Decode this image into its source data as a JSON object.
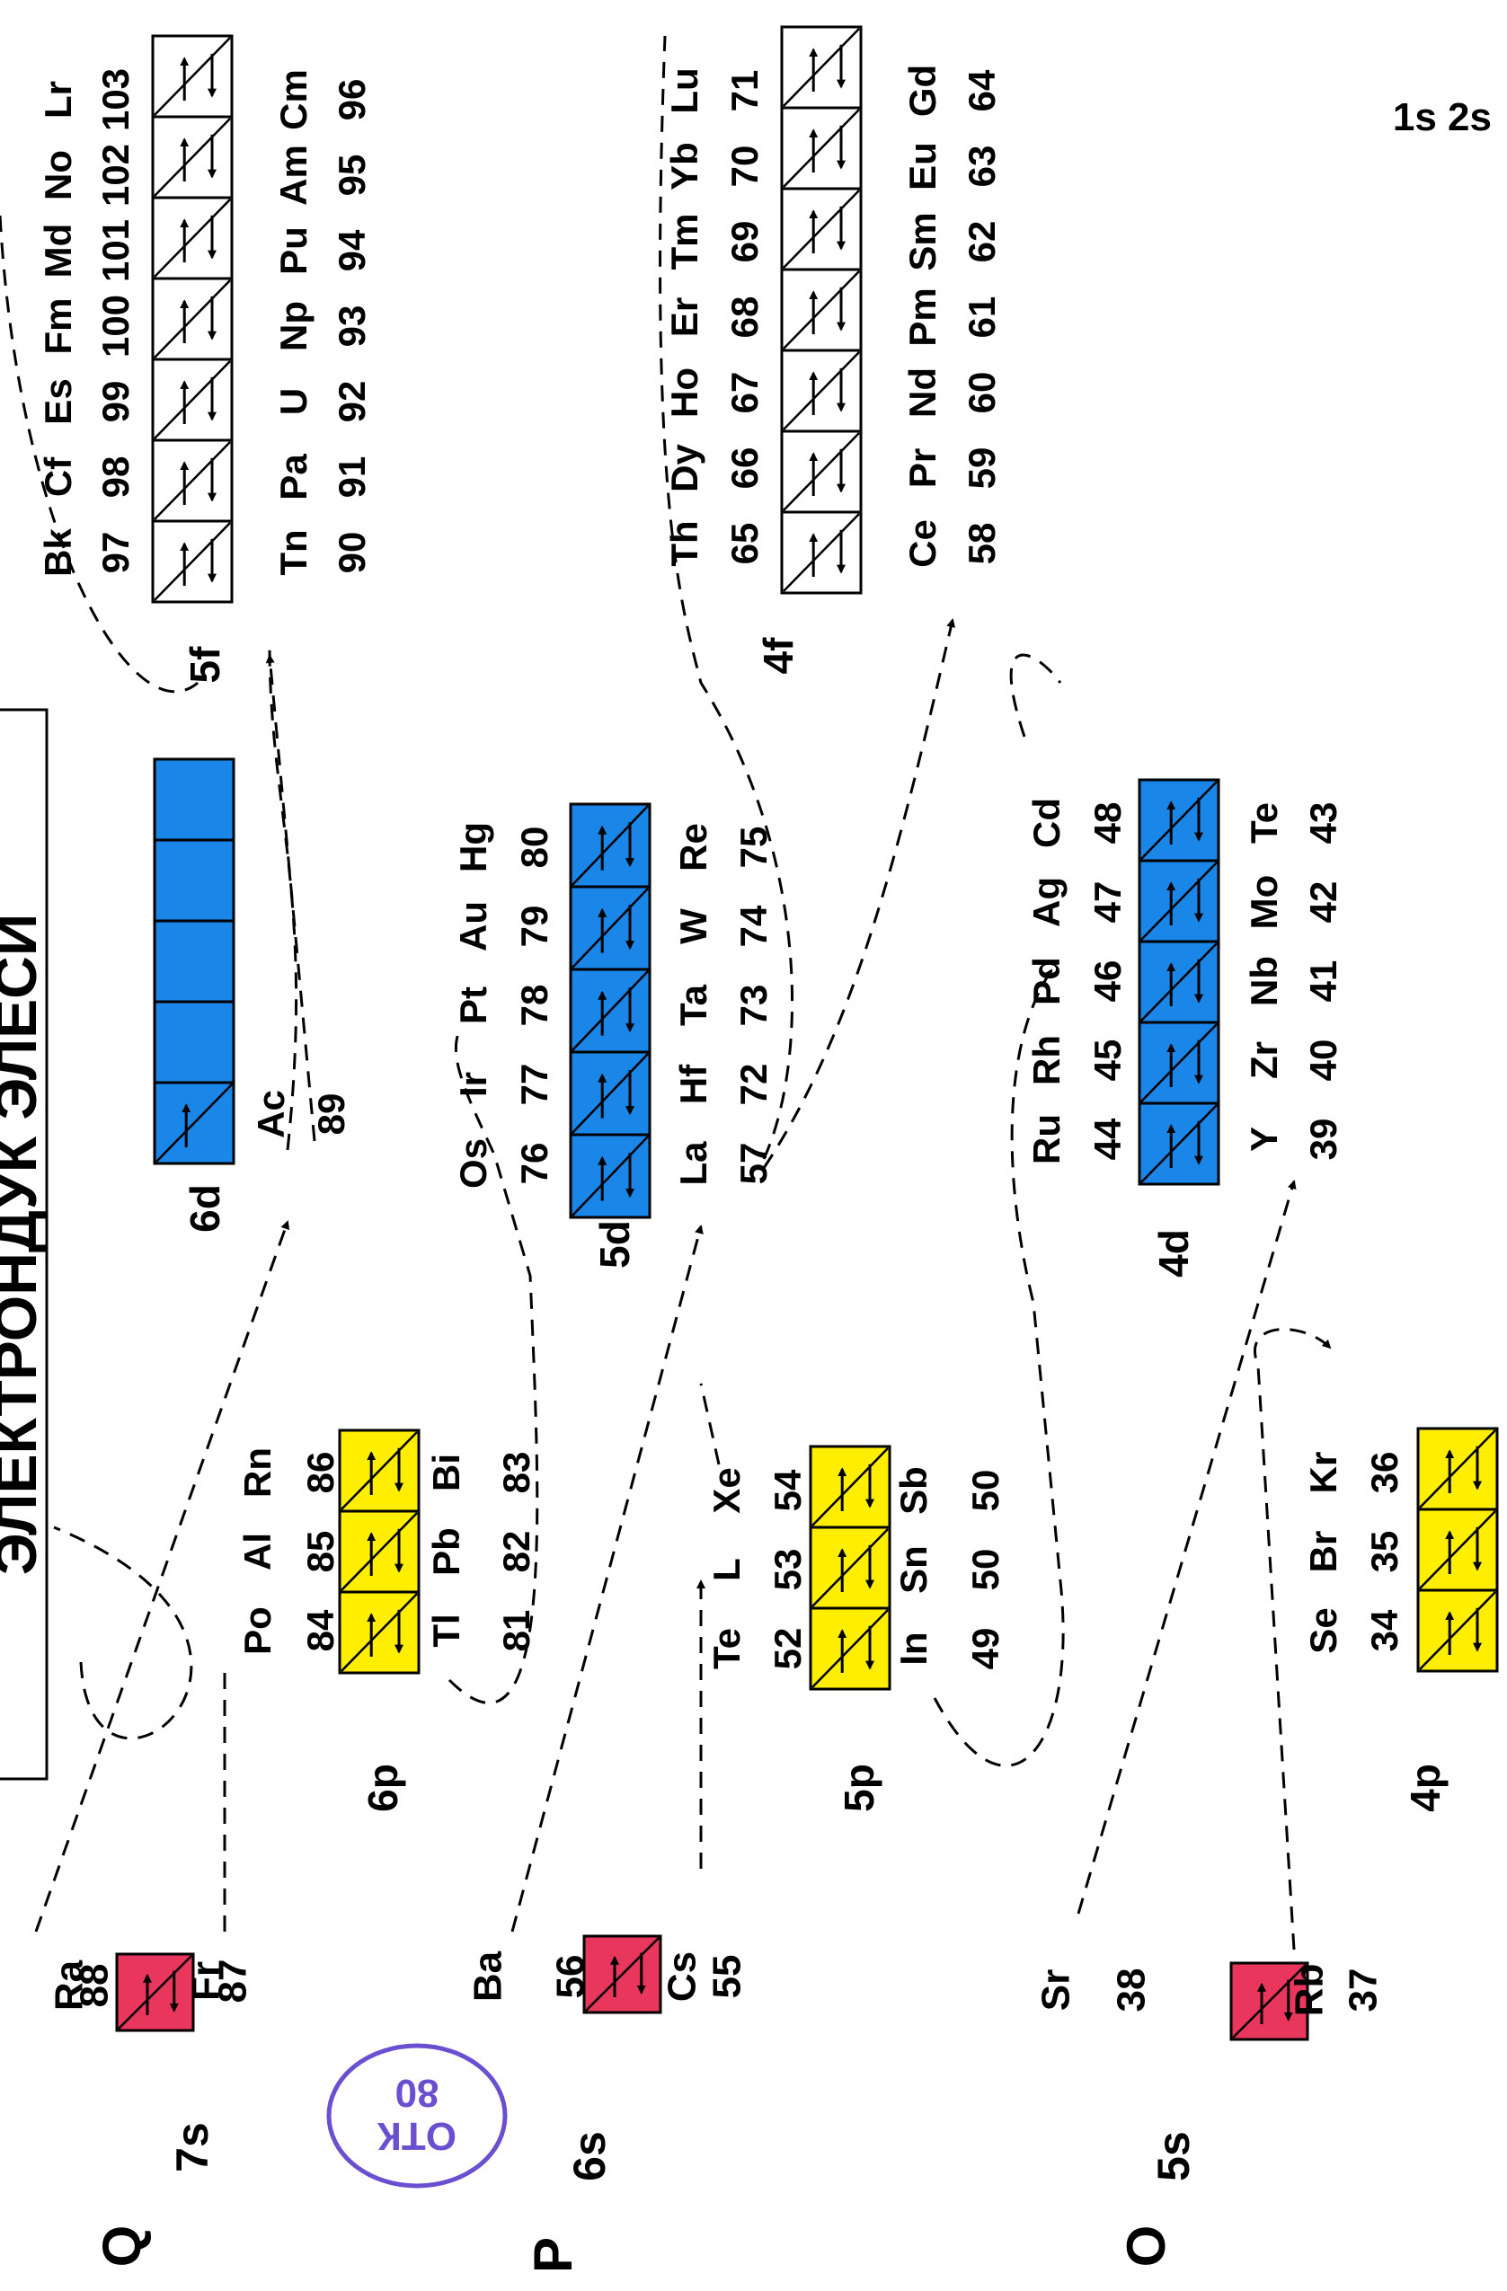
{
  "colors": {
    "s_fill": "#e8365d",
    "p_fill": "#ffee00",
    "d_fill": "#1a86e8",
    "f_fill": "#ffffff",
    "line": "#000000",
    "stamp": "#6a4fd0"
  },
  "page": {
    "title": "ЭЛЕКТРОНДУК ЭЛЕСИ",
    "corner_label": "1s 2s",
    "stamp_line1": "ОТК",
    "stamp_line2": "80"
  },
  "shells": [
    {
      "letter": "Q",
      "s_label": "7s",
      "d_label": "6d",
      "f_label": "5f",
      "p_label": "6p"
    },
    {
      "letter": "P",
      "s_label": "6s",
      "d_label": "5d",
      "f_label": "4f",
      "p_label": "5p"
    },
    {
      "letter": "O",
      "s_label": "5s",
      "d_label": "4d",
      "p_label": "4p"
    }
  ],
  "s_block": [
    {
      "upper": {
        "sym": "Ra",
        "num": "88"
      },
      "lower": {
        "sym": "Fr",
        "num": "87"
      }
    },
    {
      "upper": {
        "sym": "Ba",
        "num": "56"
      },
      "lower": {
        "sym": "Cs",
        "num": "55"
      }
    },
    {
      "upper": {
        "sym": "Sr",
        "num": "38"
      },
      "lower": {
        "sym": "Rb",
        "num": "37"
      }
    }
  ],
  "p_block": [
    {
      "upper": [
        {
          "sym": "Po",
          "num": "84"
        },
        {
          "sym": "Al",
          "num": "85"
        },
        {
          "sym": "Rn",
          "num": "86"
        }
      ],
      "lower": [
        {
          "sym": "Tl",
          "num": "81"
        },
        {
          "sym": "Pb",
          "num": "82"
        },
        {
          "sym": "Bi",
          "num": "83"
        }
      ]
    },
    {
      "upper": [
        {
          "sym": "Te",
          "num": "52"
        },
        {
          "sym": "L",
          "num": "53"
        },
        {
          "sym": "Xe",
          "num": "54"
        }
      ],
      "lower": [
        {
          "sym": "In",
          "num": "49"
        },
        {
          "sym": "Sn",
          "num": "50"
        },
        {
          "sym": "Sb",
          "num": "50"
        }
      ]
    },
    {
      "upper": [
        {
          "sym": "Se",
          "num": "34"
        },
        {
          "sym": "Br",
          "num": "35"
        },
        {
          "sym": "Kr",
          "num": "36"
        }
      ],
      "lower": []
    }
  ],
  "d_block": [
    {
      "upper": [
        {
          "sym": "Ac",
          "num": "89"
        }
      ],
      "lower": []
    },
    {
      "upper": [
        {
          "sym": "Os",
          "num": "76"
        },
        {
          "sym": "Ir",
          "num": "77"
        },
        {
          "sym": "Pt",
          "num": "78"
        },
        {
          "sym": "Au",
          "num": "79"
        },
        {
          "sym": "Hg",
          "num": "80"
        }
      ],
      "lower": [
        {
          "sym": "La",
          "num": "57"
        },
        {
          "sym": "Hf",
          "num": "72"
        },
        {
          "sym": "Ta",
          "num": "73"
        },
        {
          "sym": "W",
          "num": "74"
        },
        {
          "sym": "Re",
          "num": "75"
        }
      ]
    },
    {
      "upper": [
        {
          "sym": "Ru",
          "num": "44"
        },
        {
          "sym": "Rh",
          "num": "45"
        },
        {
          "sym": "Pd",
          "num": "46"
        },
        {
          "sym": "Ag",
          "num": "47"
        },
        {
          "sym": "Cd",
          "num": "48"
        }
      ],
      "lower": [
        {
          "sym": "Y",
          "num": "39"
        },
        {
          "sym": "Zr",
          "num": "40"
        },
        {
          "sym": "Nb",
          "num": "41"
        },
        {
          "sym": "Mo",
          "num": "42"
        },
        {
          "sym": "Te",
          "num": "43"
        }
      ]
    }
  ],
  "f_block": [
    {
      "upper": [
        {
          "sym": "Bk",
          "num": "97"
        },
        {
          "sym": "Cf",
          "num": "98"
        },
        {
          "sym": "Es",
          "num": "99"
        },
        {
          "sym": "Fm",
          "num": "100"
        },
        {
          "sym": "Md",
          "num": "101"
        },
        {
          "sym": "No",
          "num": "102"
        },
        {
          "sym": "Lr",
          "num": "103"
        }
      ],
      "lower": [
        {
          "sym": "Tn",
          "num": "90"
        },
        {
          "sym": "Pa",
          "num": "91"
        },
        {
          "sym": "U",
          "num": "92"
        },
        {
          "sym": "Np",
          "num": "93"
        },
        {
          "sym": "Pu",
          "num": "94"
        },
        {
          "sym": "Am",
          "num": "95"
        },
        {
          "sym": "Cm",
          "num": "96"
        }
      ]
    },
    {
      "upper": [
        {
          "sym": "Th",
          "num": "65"
        },
        {
          "sym": "Dy",
          "num": "66"
        },
        {
          "sym": "Ho",
          "num": "67"
        },
        {
          "sym": "Er",
          "num": "68"
        },
        {
          "sym": "Tm",
          "num": "69"
        },
        {
          "sym": "Yb",
          "num": "70"
        },
        {
          "sym": "Lu",
          "num": "71"
        }
      ],
      "lower": [
        {
          "sym": "Ce",
          "num": "58"
        },
        {
          "sym": "Pr",
          "num": "59"
        },
        {
          "sym": "Nd",
          "num": "60"
        },
        {
          "sym": "Pm",
          "num": "61"
        },
        {
          "sym": "Sm",
          "num": "62"
        },
        {
          "sym": "Eu",
          "num": "63"
        },
        {
          "sym": "Gd",
          "num": "64"
        }
      ]
    }
  ]
}
